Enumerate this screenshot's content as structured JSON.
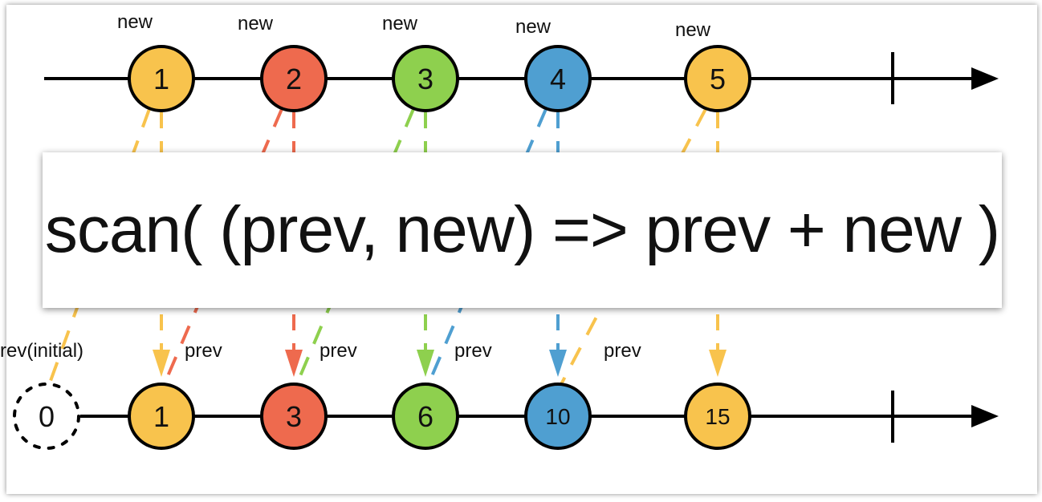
{
  "operator": "scan( (prev, new) => prev + new )",
  "source": {
    "values": [
      "1",
      "2",
      "3",
      "4",
      "5"
    ],
    "label": "new",
    "colors": [
      "#f8c34d",
      "#ee6a4e",
      "#8ed04e",
      "#4f9fd1",
      "#f8c34d"
    ]
  },
  "result": {
    "seed_value": "0",
    "seed_label": "rev(initial)",
    "values": [
      "1",
      "3",
      "6",
      "10",
      "15"
    ],
    "prev_label": "prev",
    "colors": [
      "#f8c34d",
      "#ee6a4e",
      "#8ed04e",
      "#4f9fd1",
      "#f8c34d"
    ]
  }
}
